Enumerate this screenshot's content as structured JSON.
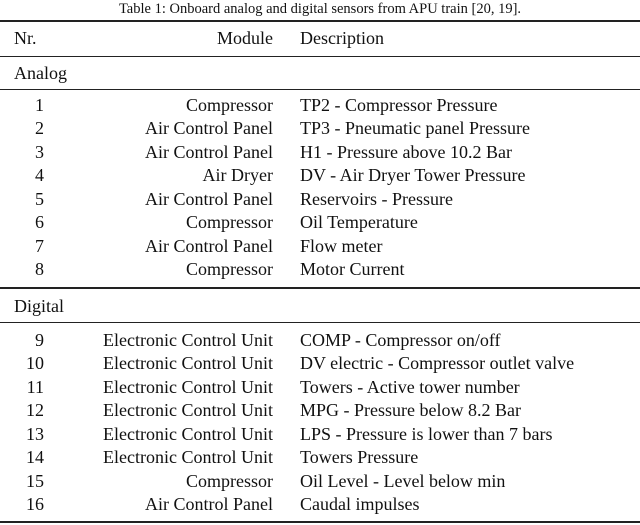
{
  "caption": "Table 1: Onboard analog and digital sensors from APU train [20, 19].",
  "header": {
    "nr": "Nr.",
    "module": "Module",
    "description": "Description"
  },
  "sections": [
    {
      "label": "Analog",
      "rows": [
        {
          "nr": "1",
          "module": "Compressor",
          "description": "TP2 - Compressor Pressure"
        },
        {
          "nr": "2",
          "module": "Air Control Panel",
          "description": "TP3 - Pneumatic panel Pressure"
        },
        {
          "nr": "3",
          "module": "Air Control Panel",
          "description": "H1 - Pressure above 10.2 Bar"
        },
        {
          "nr": "4",
          "module": "Air Dryer",
          "description": "DV - Air Dryer Tower Pressure"
        },
        {
          "nr": "5",
          "module": "Air Control Panel",
          "description": "Reservoirs - Pressure"
        },
        {
          "nr": "6",
          "module": "Compressor",
          "description": "Oil Temperature"
        },
        {
          "nr": "7",
          "module": "Air Control Panel",
          "description": "Flow meter"
        },
        {
          "nr": "8",
          "module": "Compressor",
          "description": "Motor Current"
        }
      ]
    },
    {
      "label": "Digital",
      "rows": [
        {
          "nr": "9",
          "module": "Electronic Control Unit",
          "description": "COMP - Compressor on/off"
        },
        {
          "nr": "10",
          "module": "Electronic Control Unit",
          "description": "DV electric - Compressor outlet valve"
        },
        {
          "nr": "11",
          "module": "Electronic Control Unit",
          "description": "Towers - Active tower number"
        },
        {
          "nr": "12",
          "module": "Electronic Control Unit",
          "description": "MPG - Pressure below 8.2 Bar"
        },
        {
          "nr": "13",
          "module": "Electronic Control Unit",
          "description": "LPS - Pressure is lower than 7 bars"
        },
        {
          "nr": "14",
          "module": "Electronic Control Unit",
          "description": "Towers Pressure"
        },
        {
          "nr": "15",
          "module": "Compressor",
          "description": "Oil Level - Level below min"
        },
        {
          "nr": "16",
          "module": "Air Control Panel",
          "description": "Caudal impulses"
        }
      ]
    }
  ]
}
